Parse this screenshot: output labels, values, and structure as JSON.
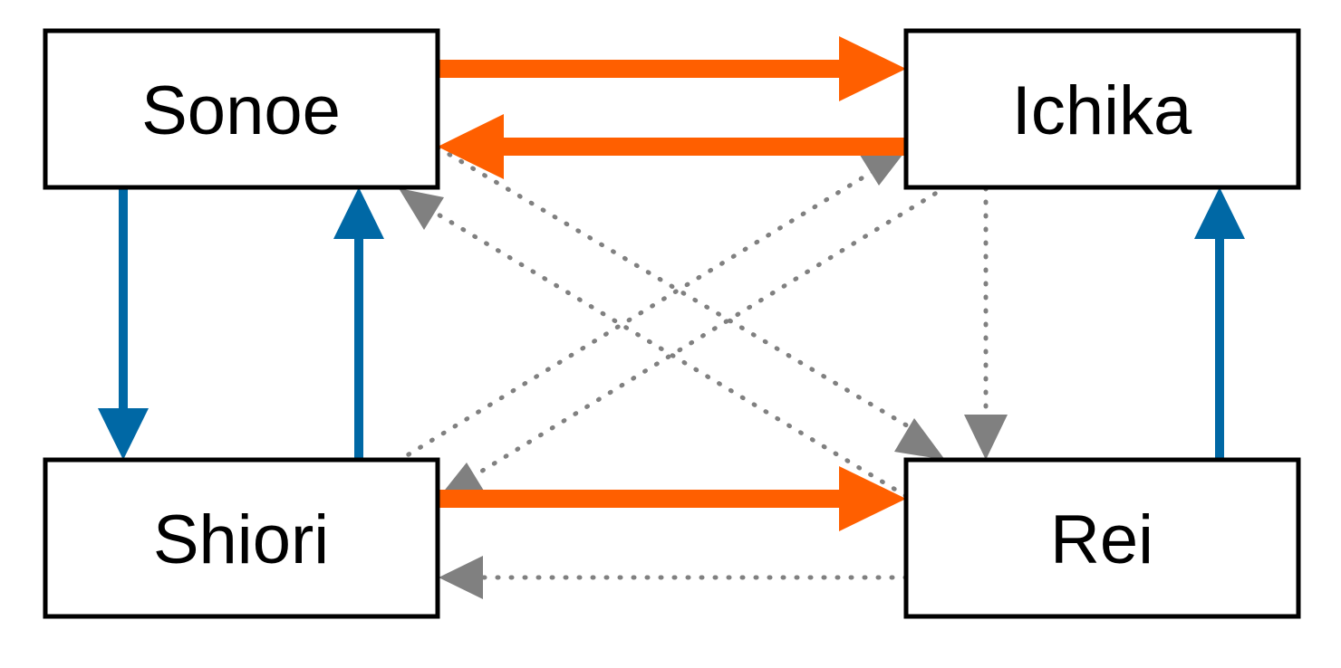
{
  "nodes": {
    "sonoe": "Sonoe",
    "ichika": "Ichika",
    "shiori": "Shiori",
    "rei": "Rei"
  },
  "edges": [
    {
      "from": "Sonoe",
      "to": "Ichika",
      "style": "solid-orange"
    },
    {
      "from": "Ichika",
      "to": "Sonoe",
      "style": "solid-orange"
    },
    {
      "from": "Shiori",
      "to": "Rei",
      "style": "solid-orange"
    },
    {
      "from": "Sonoe",
      "to": "Shiori",
      "style": "solid-blue"
    },
    {
      "from": "Shiori",
      "to": "Sonoe",
      "style": "solid-blue"
    },
    {
      "from": "Rei",
      "to": "Ichika",
      "style": "solid-blue"
    },
    {
      "from": "Sonoe",
      "to": "Rei",
      "style": "dotted-gray"
    },
    {
      "from": "Rei",
      "to": "Sonoe",
      "style": "dotted-gray"
    },
    {
      "from": "Shiori",
      "to": "Ichika",
      "style": "dotted-gray"
    },
    {
      "from": "Ichika",
      "to": "Shiori",
      "style": "dotted-gray"
    },
    {
      "from": "Ichika",
      "to": "Rei",
      "style": "dotted-gray"
    },
    {
      "from": "Rei",
      "to": "Shiori",
      "style": "dotted-gray"
    }
  ],
  "colors": {
    "orange": "#ff5f00",
    "blue": "#0068a5",
    "gray": "#808080",
    "box_border": "#000000"
  }
}
